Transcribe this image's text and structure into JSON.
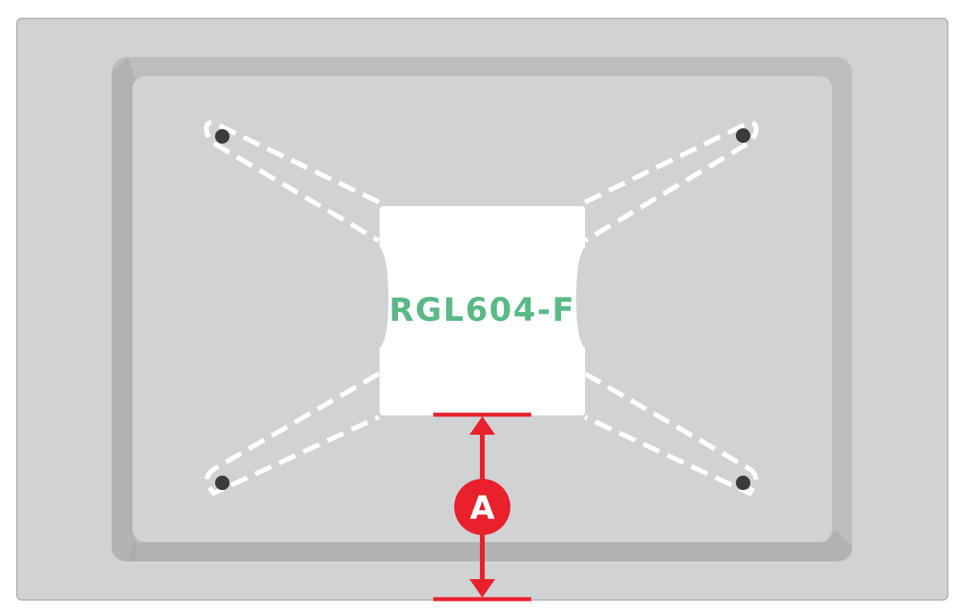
{
  "diagram": {
    "plate_label": "RGL604-F",
    "dimension_marker": "A",
    "colors": {
      "background": "#ffffff",
      "tv_back": "#d1d2d4",
      "tv_border": "#a9aaac",
      "recess_bevel": "#bcbdbf",
      "recess_face": "#d1d2d4",
      "bracket_dash": "#ffffff",
      "screw_hole": "#3a3b3d",
      "plate_fill": "#ffffff",
      "label_green": "#5ab985",
      "dimension_red": "#e8212d"
    },
    "icons": {
      "screw_hole": "circle",
      "marker": "circle-letter"
    }
  }
}
